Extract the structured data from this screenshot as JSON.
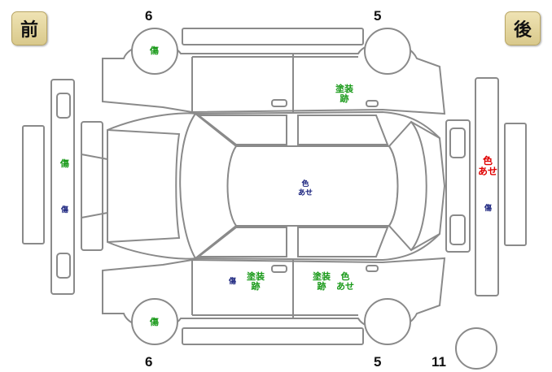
{
  "badges": {
    "front": "前",
    "rear": "後"
  },
  "numbers": {
    "top_left": "6",
    "top_right": "5",
    "bottom_left": "6",
    "bottom_right": "5",
    "spare": "11"
  },
  "labels": {
    "top_left_wheel": "傷",
    "top_rear_door": "塗装\n跡",
    "front_bumper_upper": "傷",
    "front_bumper_lower": "傷",
    "roof": "色\nあせ",
    "rear_bumper_red": "色\nあせ",
    "rear_bumper_lower": "傷",
    "bottom_front_door_navy": "傷",
    "bottom_front_door": "塗装\n跡",
    "bottom_rear_door_paint": "塗装\n跡",
    "bottom_rear_door_color": "色\nあせ",
    "bottom_left_wheel": "傷"
  },
  "colors": {
    "green": "#1a9a1a",
    "navy": "#1a237e",
    "red": "#e00000",
    "outline": "#8a8a8a",
    "badge": "#e6d8a0"
  }
}
